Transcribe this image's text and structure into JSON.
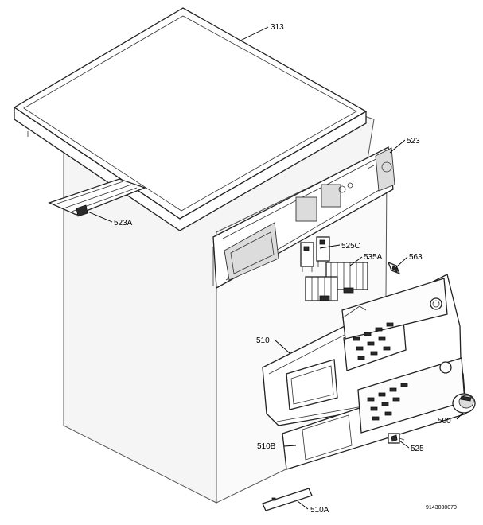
{
  "diagram": {
    "doc_code": "9143030070",
    "labels": {
      "p313": "313",
      "p523": "523",
      "p523A": "523A",
      "p525C": "525C",
      "p535A": "535A",
      "p563": "563",
      "p510": "510",
      "p500": "500",
      "p510B": "510B",
      "p525": "525",
      "p510A": "510A"
    }
  }
}
